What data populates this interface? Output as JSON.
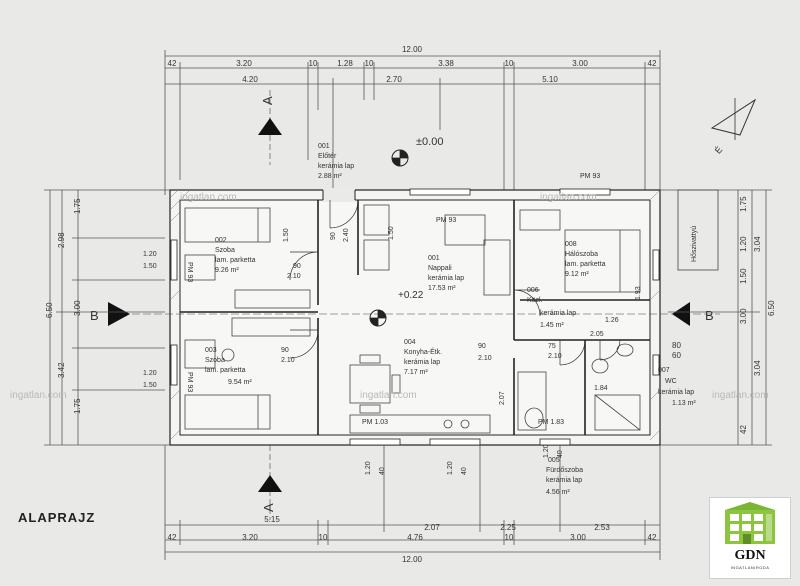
{
  "plan_title": "ALAPRAJZ",
  "top_dims": {
    "total": "12.00",
    "row1": [
      "42",
      "3.20",
      "10",
      "1.28",
      "10",
      "3.38",
      "10",
      "3.00",
      "42"
    ],
    "row2": [
      "4.20",
      "2.70",
      "5.10"
    ]
  },
  "bottom_dims": {
    "total": "12.00",
    "row1": [
      "5.15",
      "2.07",
      "2.25",
      "2.53"
    ],
    "row2": [
      "42",
      "3.20",
      "10",
      "4.76",
      "10",
      "3.00",
      "42"
    ]
  },
  "left_dims": {
    "total": "6.50",
    "outer": [
      "2.98",
      "3.42"
    ],
    "inner": [
      "1.75",
      "1.20",
      "1.50",
      "3.00",
      "1.20",
      "1.50",
      "1.75"
    ]
  },
  "right_dims": {
    "total": "6.50",
    "outer": [
      "3.04",
      "3.04"
    ],
    "inner": [
      "1.75",
      "1.20",
      "1.50",
      "3.00",
      "80",
      "60",
      "42"
    ]
  },
  "elevations": {
    "top": "±0.00",
    "interior": "+0.22"
  },
  "sections": {
    "a_top": "A",
    "a_bottom": "A",
    "b_left": "B",
    "b_right": "B"
  },
  "north_label": "É",
  "outside_labels": {
    "hoszivattyu": "Hőszivattyú"
  },
  "rooms": [
    {
      "num": "001",
      "name": "Előtér",
      "floor": "kerámia lap",
      "area": "2.88 m²"
    },
    {
      "num": "002",
      "name": "Szoba",
      "floor": "lam. parketta",
      "area": "9.26 m²"
    },
    {
      "num": "001",
      "name": "Nappali",
      "floor": "kerámia lap",
      "area": "17.53 m²"
    },
    {
      "num": "008",
      "name": "Hálószoba",
      "floor": "lam. parketta",
      "area": "9.12 m²"
    },
    {
      "num": "006",
      "name": "Közl.",
      "floor": "kerámia lap",
      "area": "1.45 m²"
    },
    {
      "num": "003",
      "name": "Szoba",
      "floor": "lam. parketta",
      "area": "9.54 m²"
    },
    {
      "num": "004",
      "name": "Konyha-Étk.",
      "floor": "kerámia lap",
      "area": "7.17 m²"
    },
    {
      "num": "007",
      "name": "WC",
      "floor": "kerámia lap",
      "area": "1.13 m²"
    },
    {
      "num": "005",
      "name": "Fürdőszoba",
      "floor": "kerámia lap",
      "area": "4.56 m²"
    }
  ],
  "pm_labels": [
    "PM 93",
    "PM 93",
    "PM 93",
    "PM 93",
    "PM 1.03",
    "PM 1.83"
  ],
  "door_labels": [
    "90",
    "2.10",
    "90",
    "2.40",
    "90",
    "2.10",
    "90",
    "2.10",
    "75",
    "2.10",
    "1.20",
    "1.50",
    "1.20",
    "1.50",
    "1.20",
    "40",
    "1.20",
    "40",
    "1.20",
    "40",
    "2.07",
    "1.26",
    "2.05",
    "1.84",
    "1.93",
    "1.50",
    "1.50"
  ],
  "watermark": "ingatlan.com",
  "logo": {
    "text": "GDN",
    "subtitle": "INGATLANIRODA"
  }
}
